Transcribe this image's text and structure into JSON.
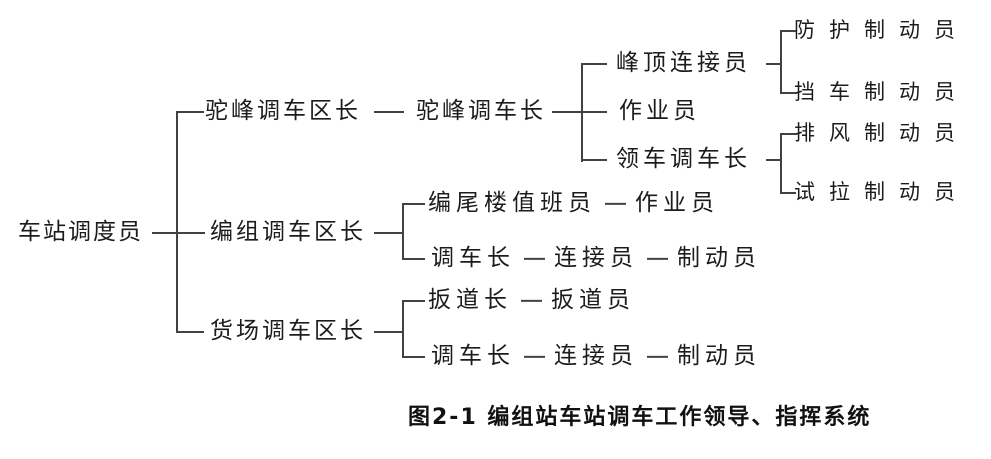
{
  "diagram": {
    "root": "车站调度员",
    "hump": {
      "area_chief": "驼峰调车区长",
      "foreman": "驼峰调车长",
      "summit_coupler": "峰顶连接员",
      "operator": "作业员",
      "lead_foreman": "领车调车长",
      "protection_brakeman": "防护制动员",
      "car_stop_brakeman": "挡车制动员",
      "air_release_brakeman": "排风制动员",
      "pull_test_brakeman": "试拉制动员"
    },
    "marshalling": {
      "area_chief": "编组调车区长",
      "tail_tower_attendant": "编尾楼值班员",
      "operator": "作业员",
      "foreman": "调车长",
      "coupler": "连接员",
      "brakeman": "制动员"
    },
    "freight": {
      "area_chief": "货场调车区长",
      "switch_chief": "扳道长",
      "switchman": "扳道员",
      "foreman": "调车长",
      "coupler": "连接员",
      "brakeman": "制动员"
    },
    "caption": "图2-1 编组站车站调车工作领导、指挥系统",
    "colors": {
      "background": "#ffffff",
      "text": "#1c1c1c",
      "line": "#424242"
    }
  }
}
